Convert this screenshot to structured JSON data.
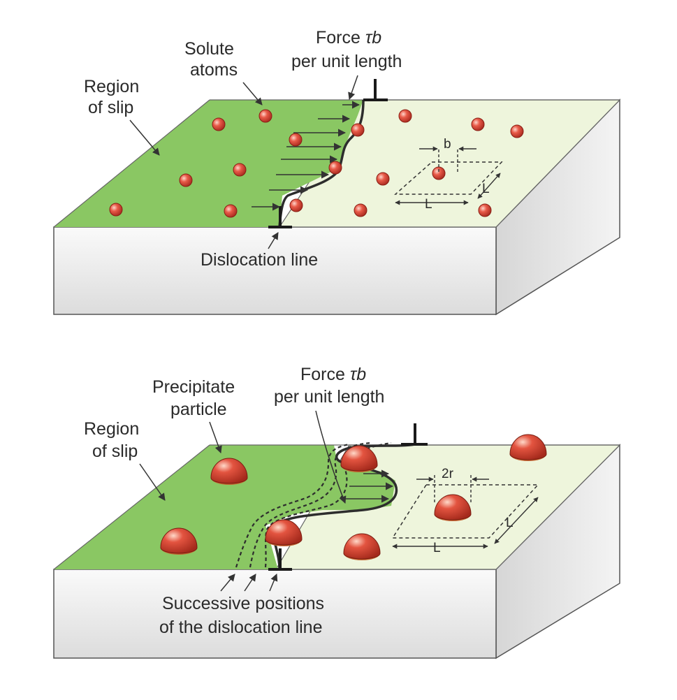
{
  "top_panel": {
    "region_of_slip": [
      "Region",
      "of slip"
    ],
    "solute_atoms": [
      "Solute",
      "atoms"
    ],
    "force": {
      "prefix": "Force ",
      "symbol": "τb",
      "line2": "per unit length"
    },
    "dislocation_line": "Dislocation line",
    "spacing_b": "b",
    "spacing_L1": "L",
    "spacing_L2": "L"
  },
  "bottom_panel": {
    "region_of_slip": [
      "Region",
      "of slip"
    ],
    "precipitate_particle": [
      "Precipitate",
      "particle"
    ],
    "force": {
      "prefix": "Force ",
      "symbol": "τb",
      "line2": "per unit length"
    },
    "successive_positions": [
      "Successive positions",
      "of the dislocation line"
    ],
    "spacing_2r": "2r",
    "spacing_L1": "L",
    "spacing_L2": "L"
  },
  "colors": {
    "slipped_region": "#8ac763",
    "unslipped_region": "#eef5dc",
    "block_face": "#e8e8e8",
    "atom": "#d64537",
    "particle_base": "#c2602e"
  }
}
